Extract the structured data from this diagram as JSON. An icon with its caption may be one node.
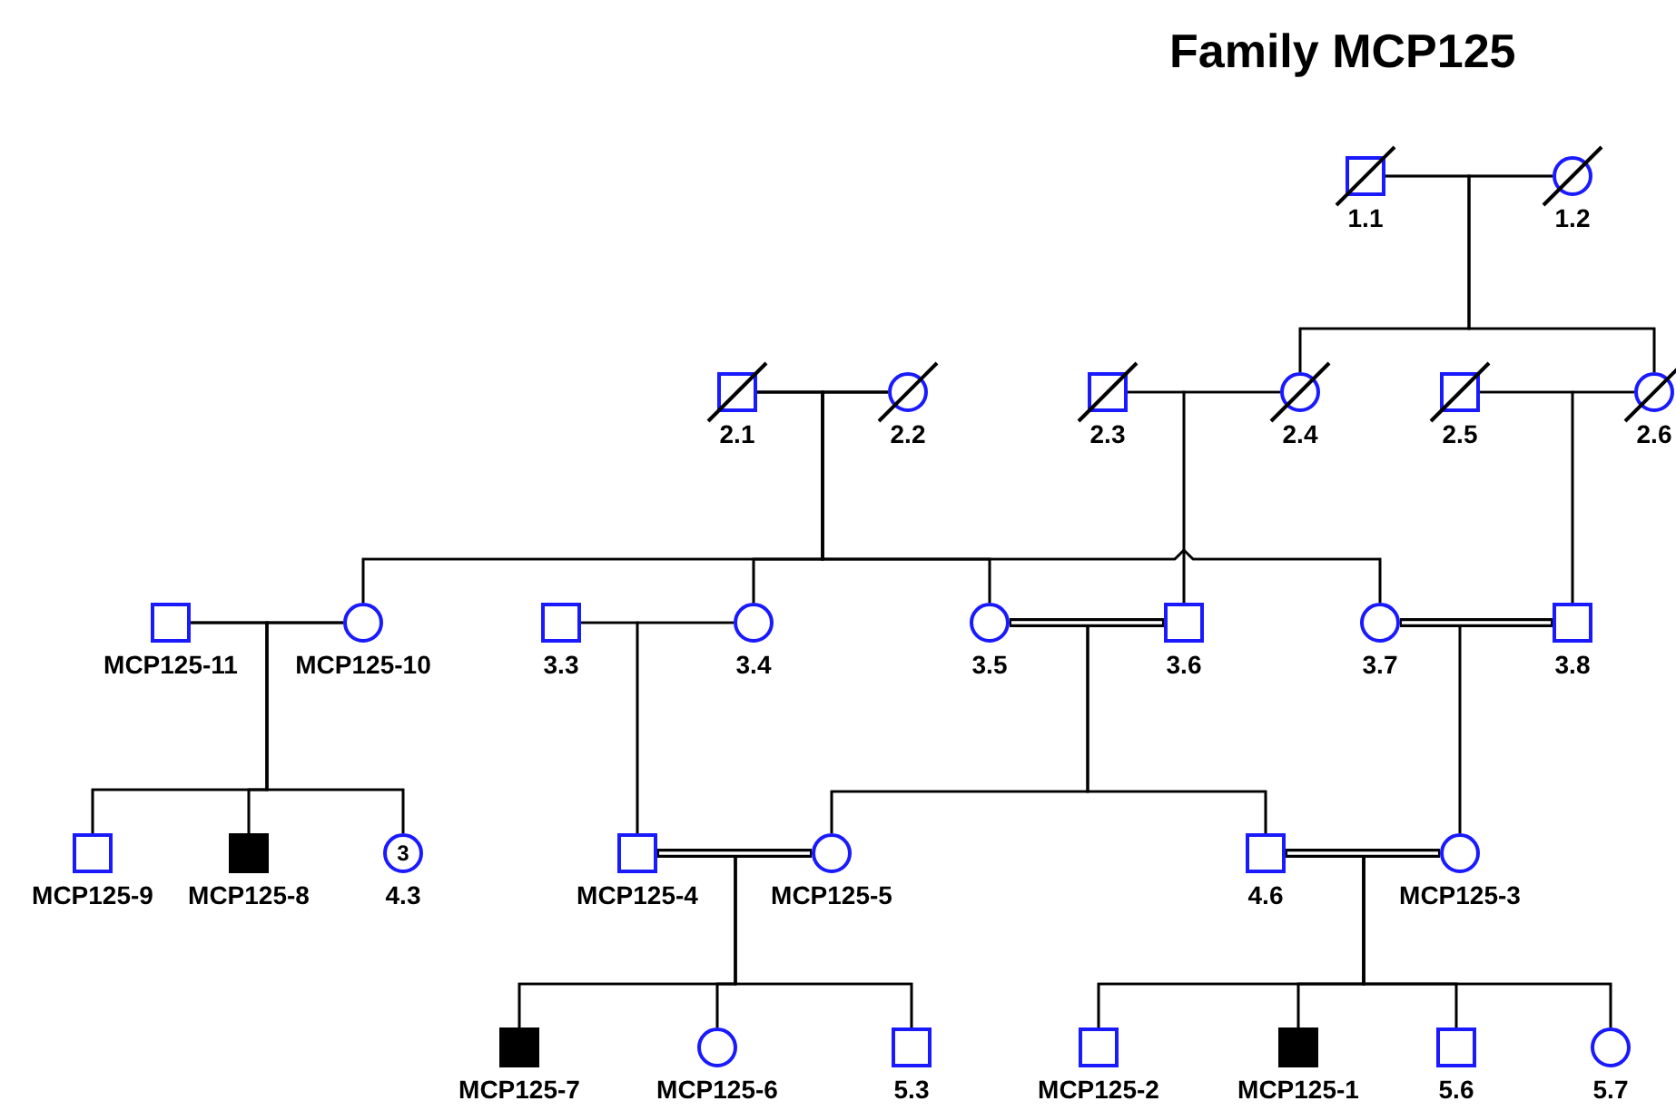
{
  "diagram": {
    "title": "Family MCP125",
    "nodes": [
      {
        "text": [
          "1.1"
        ]
      },
      {
        "text": [
          "1.2"
        ]
      },
      {
        "text": [
          "2.1"
        ]
      },
      {
        "text": [
          "2.2"
        ]
      },
      {
        "text": [
          "2.3"
        ]
      },
      {
        "text": [
          "2.4"
        ]
      },
      {
        "text": [
          "2.5"
        ]
      },
      {
        "text": [
          "2.6"
        ]
      },
      {
        "text": [
          "MCP125-11"
        ]
      },
      {
        "text": [
          "MCP125-10"
        ]
      },
      {
        "text": [
          "3.3"
        ]
      },
      {
        "text": [
          "3.4"
        ]
      },
      {
        "text": [
          "3.5"
        ]
      },
      {
        "text": [
          "3.6"
        ]
      },
      {
        "text": [
          "3.7"
        ]
      },
      {
        "text": [
          "3.8"
        ]
      },
      {
        "text": [
          "MCP125-9"
        ]
      },
      {
        "text": [
          "MCP125-8"
        ]
      },
      {
        "text": [
          "3",
          "4.3"
        ]
      },
      {
        "text": [
          "MCP125-4"
        ]
      },
      {
        "text": [
          "MCP125-5"
        ]
      },
      {
        "text": [
          "4.6"
        ]
      },
      {
        "text": [
          "MCP125-3"
        ]
      },
      {
        "text": [
          "MCP125-7"
        ]
      },
      {
        "text": [
          "MCP125-6"
        ]
      },
      {
        "text": [
          "5.3"
        ]
      },
      {
        "text": [
          "MCP125-2"
        ]
      },
      {
        "text": [
          "MCP125-1"
        ]
      },
      {
        "text": [
          "5.6"
        ]
      },
      {
        "text": [
          "5.7"
        ]
      }
    ],
    "edges": [
      {
        "from": 0,
        "to": 1,
        "arrow": "none"
      },
      {
        "from": 0,
        "to": 5,
        "arrow": "none"
      },
      {
        "from": 1,
        "to": 5,
        "arrow": "none"
      },
      {
        "from": 0,
        "to": 7,
        "arrow": "none"
      },
      {
        "from": 1,
        "to": 7,
        "arrow": "none"
      },
      {
        "from": 2,
        "to": 3,
        "arrow": "none"
      },
      {
        "from": 2,
        "to": 9,
        "arrow": "none"
      },
      {
        "from": 3,
        "to": 9,
        "arrow": "none"
      },
      {
        "from": 2,
        "to": 11,
        "arrow": "none"
      },
      {
        "from": 3,
        "to": 11,
        "arrow": "none"
      },
      {
        "from": 2,
        "to": 12,
        "arrow": "none"
      },
      {
        "from": 3,
        "to": 12,
        "arrow": "none"
      },
      {
        "from": 2,
        "to": 14,
        "arrow": "none"
      },
      {
        "from": 3,
        "to": 14,
        "arrow": "none"
      },
      {
        "from": 4,
        "to": 5,
        "arrow": "none"
      },
      {
        "from": 4,
        "to": 13,
        "arrow": "none"
      },
      {
        "from": 5,
        "to": 13,
        "arrow": "none"
      },
      {
        "from": 6,
        "to": 7,
        "arrow": "none"
      },
      {
        "from": 6,
        "to": 15,
        "arrow": "none"
      },
      {
        "from": 7,
        "to": 15,
        "arrow": "none"
      },
      {
        "from": 8,
        "to": 9,
        "arrow": "none"
      },
      {
        "from": 8,
        "to": 16,
        "arrow": "none"
      },
      {
        "from": 9,
        "to": 16,
        "arrow": "none"
      },
      {
        "from": 8,
        "to": 17,
        "arrow": "none"
      },
      {
        "from": 9,
        "to": 17,
        "arrow": "none"
      },
      {
        "from": 8,
        "to": 18,
        "arrow": "none"
      },
      {
        "from": 9,
        "to": 18,
        "arrow": "none"
      },
      {
        "from": 10,
        "to": 11,
        "arrow": "none"
      },
      {
        "from": 10,
        "to": 19,
        "arrow": "none"
      },
      {
        "from": 11,
        "to": 19,
        "arrow": "none"
      },
      {
        "from": 12,
        "to": 13,
        "arrow": "none",
        "style": "thick"
      },
      {
        "from": 12,
        "to": 20,
        "arrow": "none"
      },
      {
        "from": 13,
        "to": 20,
        "arrow": "none"
      },
      {
        "from": 12,
        "to": 21,
        "arrow": "none"
      },
      {
        "from": 13,
        "to": 21,
        "arrow": "none"
      },
      {
        "from": 14,
        "to": 15,
        "arrow": "none",
        "style": "thick"
      },
      {
        "from": 14,
        "to": 22,
        "arrow": "none"
      },
      {
        "from": 15,
        "to": 22,
        "arrow": "none"
      },
      {
        "from": 19,
        "to": 20,
        "arrow": "none",
        "style": "thick"
      },
      {
        "from": 19,
        "to": 23,
        "arrow": "none"
      },
      {
        "from": 20,
        "to": 23,
        "arrow": "none"
      },
      {
        "from": 19,
        "to": 24,
        "arrow": "none"
      },
      {
        "from": 20,
        "to": 24,
        "arrow": "none"
      },
      {
        "from": 19,
        "to": 25,
        "arrow": "none"
      },
      {
        "from": 20,
        "to": 25,
        "arrow": "none"
      },
      {
        "from": 21,
        "to": 22,
        "arrow": "none",
        "style": "thick"
      },
      {
        "from": 21,
        "to": 26,
        "arrow": "none"
      },
      {
        "from": 22,
        "to": 26,
        "arrow": "none"
      },
      {
        "from": 21,
        "to": 27,
        "arrow": "none"
      },
      {
        "from": 22,
        "to": 27,
        "arrow": "none"
      },
      {
        "from": 21,
        "to": 28,
        "arrow": "none"
      },
      {
        "from": 22,
        "to": 28,
        "arrow": "none"
      },
      {
        "from": 21,
        "to": 29,
        "arrow": "none"
      },
      {
        "from": 22,
        "to": 29,
        "arrow": "none"
      }
    ]
  }
}
